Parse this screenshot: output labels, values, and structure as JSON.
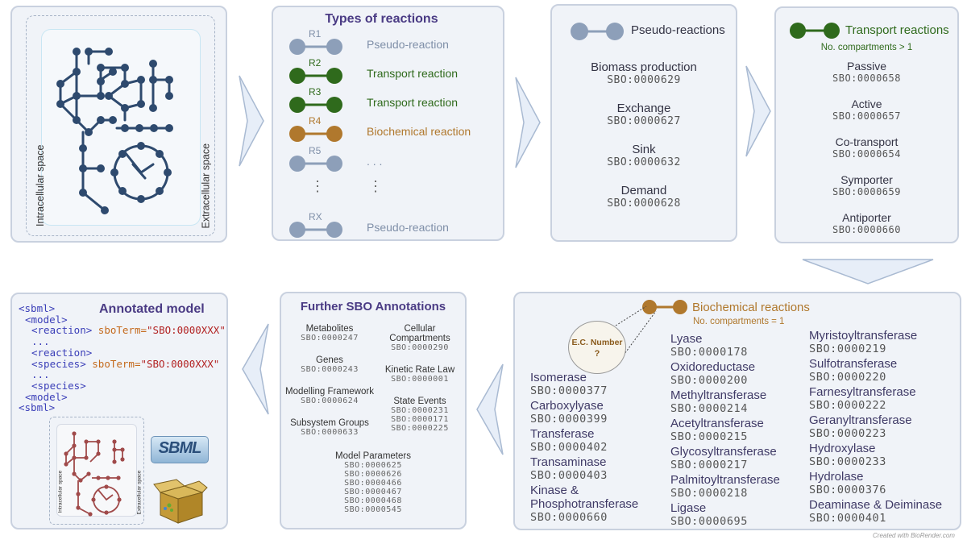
{
  "panel1": {
    "intracellular_label": "Intracellular space",
    "extracellular_label": "Extracellular space"
  },
  "types_panel": {
    "title": "Types of reactions",
    "rows": [
      {
        "id": "R1",
        "label": "Pseudo-reaction",
        "color": "#7f8fa8"
      },
      {
        "id": "R2",
        "label": "Transport reaction",
        "color": "#2f6a1c"
      },
      {
        "id": "R3",
        "label": "Transport reaction",
        "color": "#2f6a1c"
      },
      {
        "id": "R4",
        "label": "Biochemical reaction",
        "color": "#b0782d"
      },
      {
        "id": "R5",
        "label": ". . .",
        "color": "#7f8fa8"
      },
      {
        "id": "RX",
        "label": "Pseudo-reaction",
        "color": "#7f8fa8"
      }
    ]
  },
  "pseudo_panel": {
    "title": "Pseudo-reactions",
    "items": [
      {
        "name": "Biomass production",
        "sbo": "SBO:0000629"
      },
      {
        "name": "Exchange",
        "sbo": "SBO:0000627"
      },
      {
        "name": "Sink",
        "sbo": "SBO:0000632"
      },
      {
        "name": "Demand",
        "sbo": "SBO:0000628"
      }
    ]
  },
  "transport_panel": {
    "title": "Transport reactions",
    "subtitle": "No. compartments > 1",
    "items": [
      {
        "name": "Passive",
        "sbo": "SBO:0000658"
      },
      {
        "name": "Active",
        "sbo": "SBO:0000657"
      },
      {
        "name": "Co-transport",
        "sbo": "SBO:0000654"
      },
      {
        "name": "Symporter",
        "sbo": "SBO:0000659"
      },
      {
        "name": "Antiporter",
        "sbo": "SBO:0000660"
      }
    ]
  },
  "biochem_panel": {
    "title": "Biochemical reactions",
    "subtitle": "No. compartments = 1",
    "ec_label_1": "E.C. Number",
    "ec_label_2": "?",
    "col1": [
      {
        "name": "Isomerase",
        "sbo": "SBO:0000377"
      },
      {
        "name": "Carboxylyase",
        "sbo": "SBO:0000399"
      },
      {
        "name": "Transferase",
        "sbo": "SBO:0000402"
      },
      {
        "name": "Transaminase",
        "sbo": "SBO:0000403"
      }
    ],
    "col1_last": {
      "name_1": "Kinase &",
      "name_2": "Phosphotransferase",
      "sbo": "SBO:0000660"
    },
    "col2": [
      {
        "name": "Lyase",
        "sbo": "SBO:0000178"
      },
      {
        "name": "Oxidoreductase",
        "sbo": "SBO:0000200"
      },
      {
        "name": "Methyltransferase",
        "sbo": "SBO:0000214"
      },
      {
        "name": "Acetyltransferase",
        "sbo": "SBO:0000215"
      },
      {
        "name": "Glycosyltransferase",
        "sbo": "SBO:0000217"
      },
      {
        "name": "Palmitoyltransferase",
        "sbo": "SBO:0000218"
      },
      {
        "name": "Ligase",
        "sbo": "SBO:0000695"
      }
    ],
    "col3": [
      {
        "name": "Myristoyltransferase",
        "sbo": "SBO:0000219"
      },
      {
        "name": "Sulfotransferase",
        "sbo": "SBO:0000220"
      },
      {
        "name": "Farnesyltransferase",
        "sbo": "SBO:0000222"
      },
      {
        "name": "Geranyltransferase",
        "sbo": "SBO:0000223"
      },
      {
        "name": "Hydroxylase",
        "sbo": "SBO:0000233"
      },
      {
        "name": "Hydrolase",
        "sbo": "SBO:0000376"
      },
      {
        "name": "Deaminase & Deiminase",
        "sbo": "SBO:0000401"
      }
    ],
    "credit": "Created with BioRender.com"
  },
  "further_panel": {
    "title": "Further SBO Annotations",
    "metabolites": {
      "name": "Metabolites",
      "sbo": "SBO:0000247"
    },
    "genes": {
      "name": "Genes",
      "sbo": "SBO:0000243"
    },
    "framework": {
      "name": "Modelling Framework",
      "sbo": "SBO:0000624"
    },
    "subsystems": {
      "name": "Subsystem Groups",
      "sbo": "SBO:0000633"
    },
    "compartments": {
      "name_1": "Cellular",
      "name_2": "Compartments",
      "sbo": "SBO:0000290"
    },
    "kinetic": {
      "name": "Kinetic Rate Law",
      "sbo": "SBO:0000001"
    },
    "events": {
      "name": "State Events",
      "sbos": [
        "SBO:0000231",
        "SBO:0000171",
        "SBO:0000225"
      ]
    },
    "parameters": {
      "name": "Model Parameters",
      "sbos": [
        "SBO:0000625",
        "SBO:0000626",
        "SBO:0000466",
        "SBO:0000467",
        "SBO:0000468",
        "SBO:0000545"
      ]
    }
  },
  "annotated_panel": {
    "title": "Annotated model",
    "code": {
      "l1": "<sbml>",
      "l2": "<model>",
      "l3_tag": "<reaction>",
      "l3_attr": "sboTerm=",
      "l3_val": "\"SBO:0000XXX\"",
      "l4": "...",
      "l5": "<reaction>",
      "l6_tag": "<species>",
      "l6_attr": "sboTerm=",
      "l6_val": "\"SBO:0000XXX\"",
      "l7": "...",
      "l8": "<species>",
      "l9": "<model>",
      "l10": "<sbml>"
    },
    "mini_intracellular": "Intracellular space",
    "mini_extracellular": "Extracellular space",
    "sbml_logo": "SBML"
  },
  "colors": {
    "gray_node": "#8d9fb9",
    "green_node": "#2f6a1c",
    "brown_node": "#b0782d",
    "network": "#2e4a6e",
    "network_red": "#a04a4a",
    "panel_bg": "#f0f3f8",
    "panel_border": "#c9d1df",
    "title": "#4a3b84"
  }
}
